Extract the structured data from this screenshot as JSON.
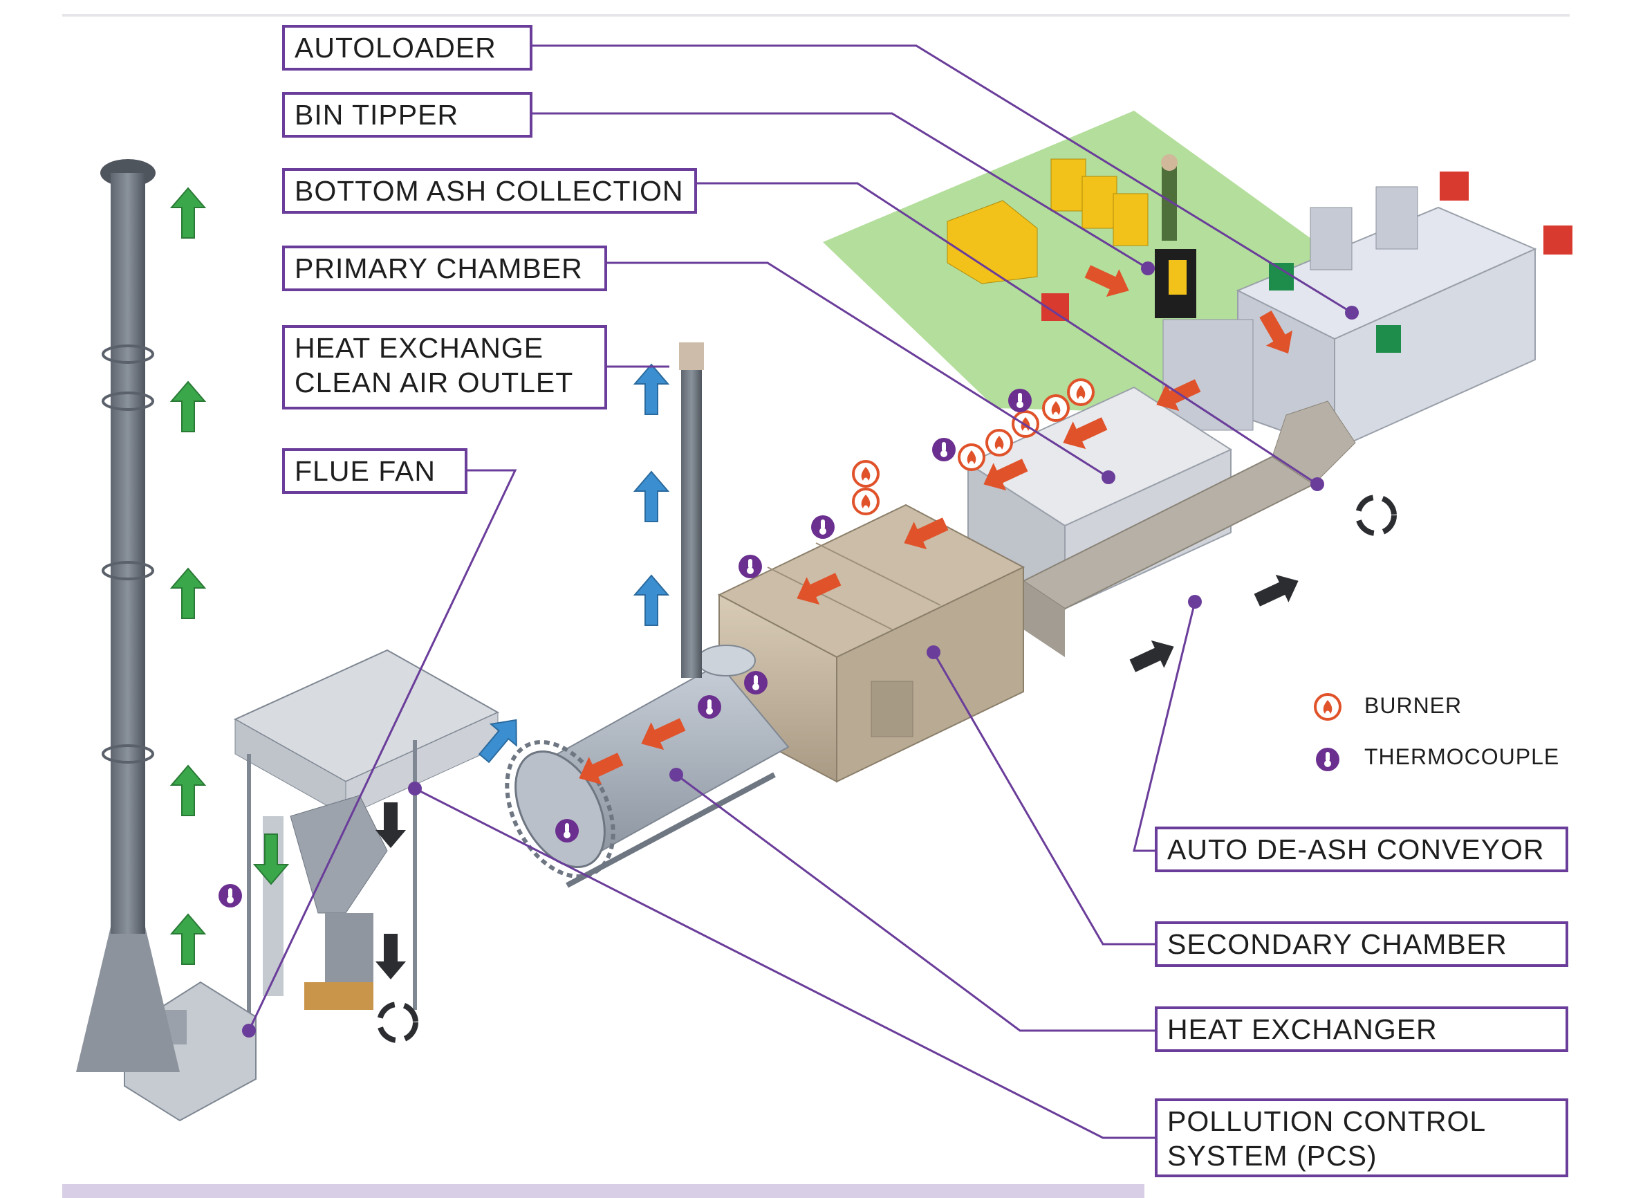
{
  "labels": {
    "autoloader": "AUTOLOADER",
    "bin_tipper": "BIN TIPPER",
    "bottom_ash_collection": "BOTTOM ASH COLLECTION",
    "primary_chamber": "PRIMARY CHAMBER",
    "heat_exchange_outlet_line1": "HEAT EXCHANGE",
    "heat_exchange_outlet_line2": "CLEAN AIR OUTLET",
    "flue_fan": "FLUE FAN",
    "auto_de_ash_conveyor": "AUTO DE-ASH CONVEYOR",
    "secondary_chamber": "SECONDARY CHAMBER",
    "heat_exchanger": "HEAT EXCHANGER",
    "pcs_line1": "POLLUTION CONTROL",
    "pcs_line2": "SYSTEM (PCS)"
  },
  "legend": {
    "burner": "BURNER",
    "thermocouple": "THERMOCOUPLE"
  },
  "colors": {
    "label_border": "#6a3d9a",
    "leader_line": "#6a3d9a",
    "floor": "#a6d88a",
    "metal": "#9aa0a8",
    "chamber": "#c9bba6",
    "arrow_orange": "#e0522a",
    "arrow_green": "#3aa84a",
    "arrow_blue": "#3b8fd0",
    "thermocouple": "#6b2f8f",
    "burner": "#e0522a"
  }
}
